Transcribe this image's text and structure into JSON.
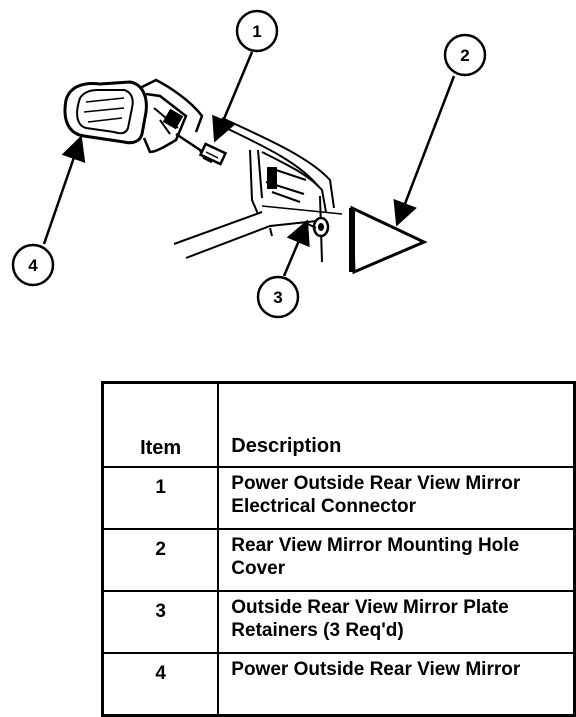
{
  "diagram": {
    "callouts": [
      "1",
      "2",
      "3",
      "4"
    ],
    "parts": [
      {
        "id": "power-mirror-assembly",
        "callout": "4"
      },
      {
        "id": "electrical-connector",
        "callout": "1"
      },
      {
        "id": "mounting-hole-cover",
        "callout": "2"
      },
      {
        "id": "plate-retainers",
        "callout": "3"
      }
    ]
  },
  "table": {
    "headers": {
      "item": "Item",
      "description": "Description"
    },
    "rows": [
      {
        "item": "1",
        "description": "Power Outside Rear View Mirror Electrical Connector"
      },
      {
        "item": "2",
        "description": "Rear View Mirror Mounting Hole Cover"
      },
      {
        "item": "3",
        "description": "Outside Rear View Mirror Plate Retainers (3 Req'd)"
      },
      {
        "item": "4",
        "description": "Power Outside Rear View Mirror"
      }
    ]
  }
}
